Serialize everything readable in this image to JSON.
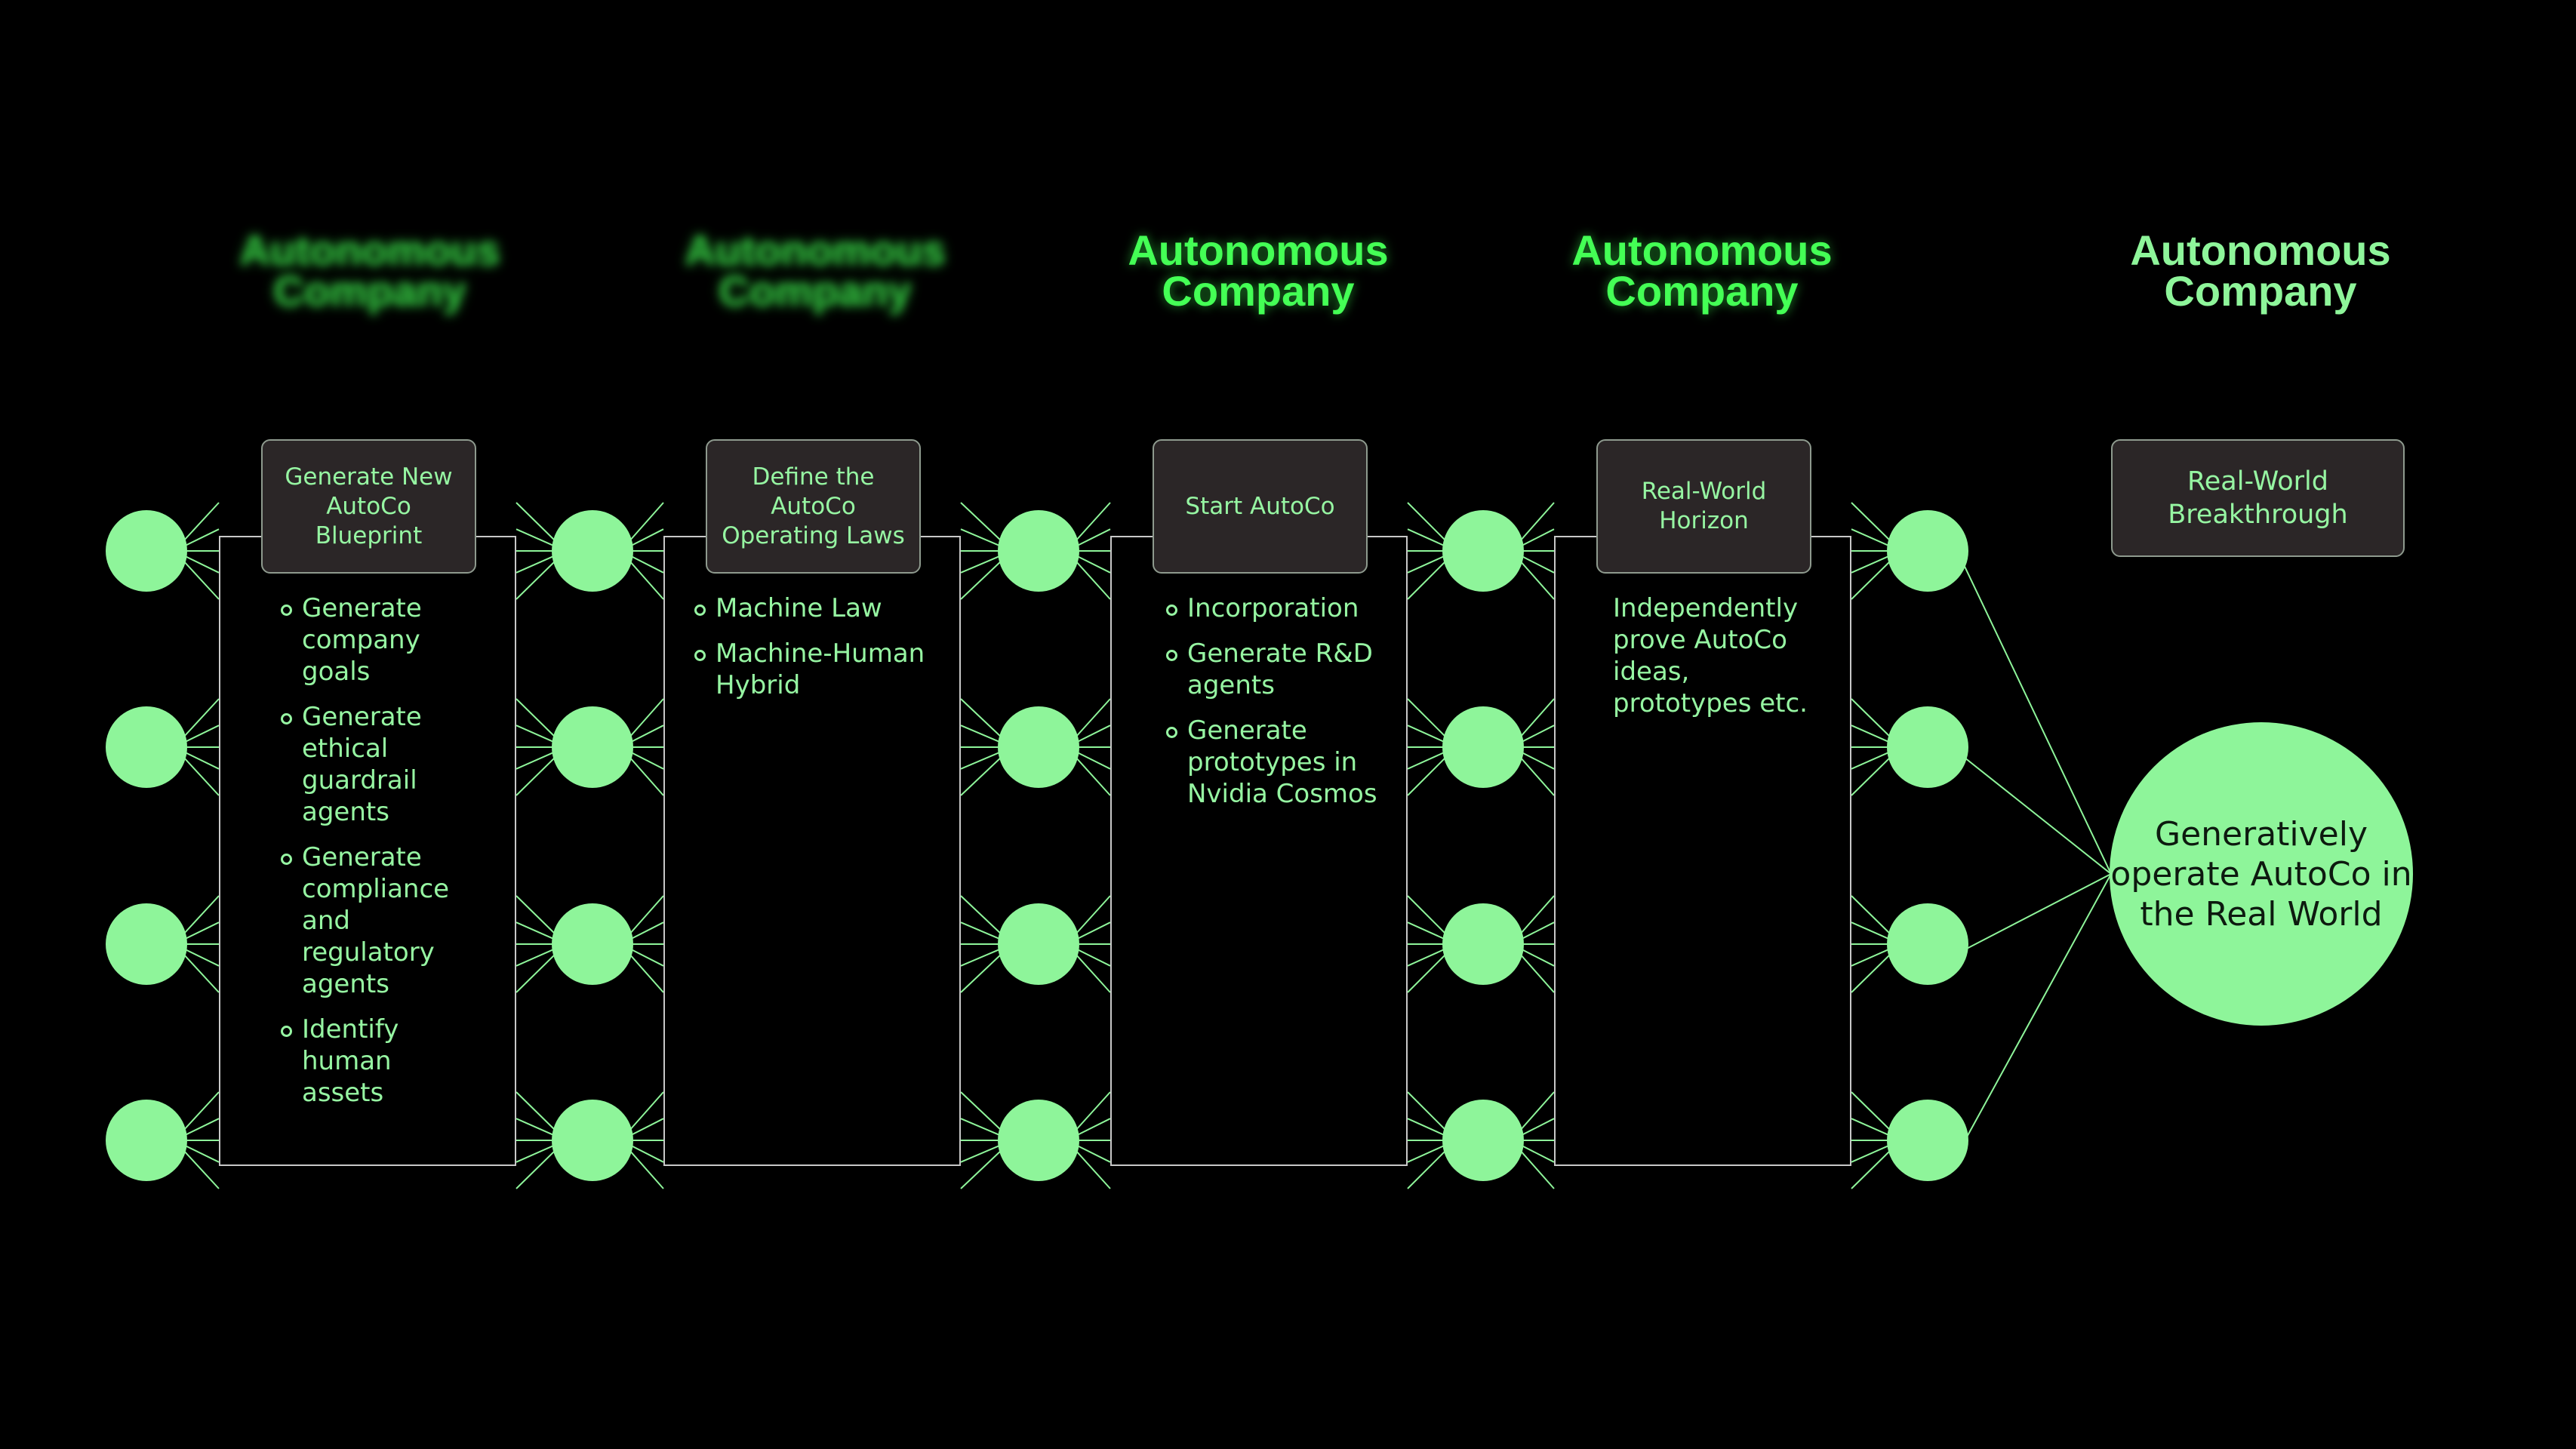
{
  "columns": [
    {
      "heading_line1": "Autonomous",
      "heading_line2": "Company",
      "step_label": "Generate New AutoCo Blueprint",
      "items": [
        "Generate company goals",
        "Generate ethical guardrail agents",
        "Generate compliance and regulatory agents",
        "Identify human assets"
      ]
    },
    {
      "heading_line1": "Autonomous",
      "heading_line2": "Company",
      "step_label": "Define the AutoCo Operating Laws",
      "items": [
        "Machine Law",
        "Machine-Human Hybrid"
      ]
    },
    {
      "heading_line1": "Autonomous",
      "heading_line2": "Company",
      "step_label": "Start AutoCo",
      "items": [
        "Incorporation",
        "Generate R&D agents",
        "Generate prototypes in Nvidia Cosmos"
      ]
    },
    {
      "heading_line1": "Autonomous",
      "heading_line2": "Company",
      "step_label": "Real-World Horizon",
      "description": "Independently prove AutoCo ideas, prototypes etc."
    }
  ],
  "final": {
    "heading_line1": "Autonomous",
    "heading_line2": "Company",
    "step_label": "Real-World Breakthrough",
    "outcome": "Generatively operate AutoCo in the Real World"
  },
  "colors": {
    "background": "#000000",
    "node": "#8ef59a",
    "text": "#96f5a2",
    "heading_glow": "#44ff55",
    "label_box": "#2b2627",
    "wire": "#8ef59a",
    "panel_border": "#c8c8c8"
  }
}
